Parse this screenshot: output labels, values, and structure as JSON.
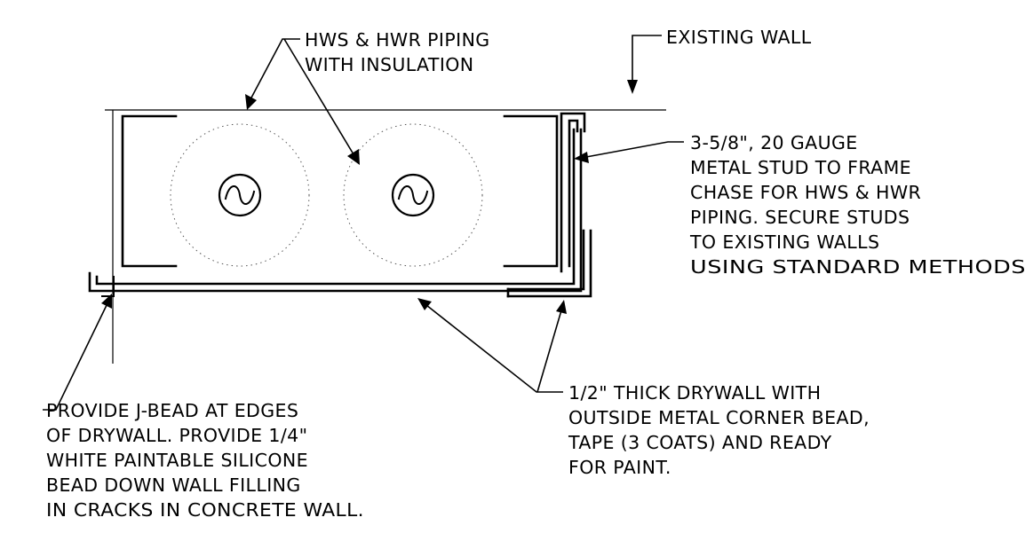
{
  "notes": {
    "piping": [
      "HWS & HWR PIPING",
      "WITH INSULATION"
    ],
    "existing_wall": [
      "EXISTING WALL"
    ],
    "stud": [
      "3-5/8\", 20 GAUGE",
      "METAL STUD TO FRAME",
      "CHASE FOR HWS & HWR",
      "PIPING.  SECURE STUDS",
      "TO EXISTING WALLS",
      "USING STANDARD METHODS"
    ],
    "jbead": [
      "PROVIDE J-BEAD AT EDGES",
      "OF DRYWALL.  PROVIDE 1/4\"",
      "WHITE PAINTABLE SILICONE",
      "BEAD DOWN WALL FILLING",
      "IN CRACKS IN CONCRETE WALL."
    ],
    "drywall": [
      "1/2\" THICK DRYWALL WITH",
      "OUTSIDE METAL CORNER BEAD,",
      "TAPE (3 COATS) AND READY",
      "FOR PAINT."
    ]
  }
}
